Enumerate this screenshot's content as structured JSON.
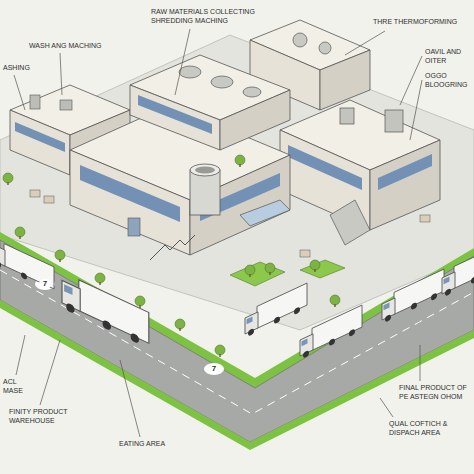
{
  "diagram": {
    "labels": [
      "RAW MATERIALS COLLECTING SHREDDING MACHING",
      "WASH ANG MACHING",
      "ASHING",
      "THRE THERMOFORMING",
      "OAVIL AND OITER",
      "OGGO BLOOGRING",
      "7",
      "7",
      "ACL MASE",
      "FINITY PRODUCT WAREHOUSE",
      "EATING AREA",
      "FINAL PRODUCT OF PE ASTEGN OHOM",
      "QUAL COFTICH & DISPACH AREA"
    ]
  }
}
